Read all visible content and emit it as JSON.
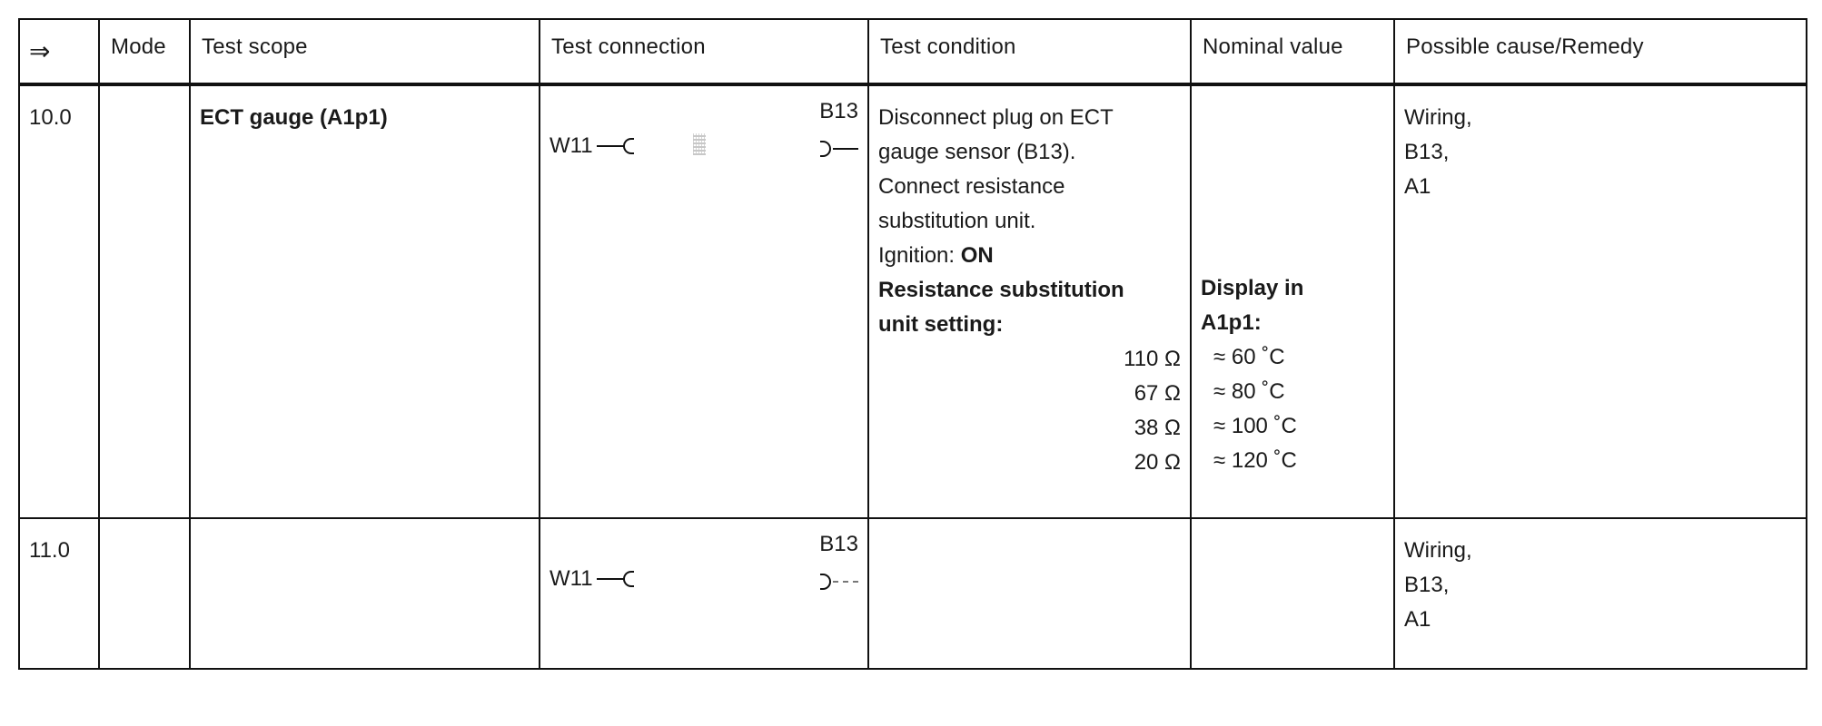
{
  "headers": {
    "arrow": "⇒",
    "mode": "Mode",
    "test_scope": "Test scope",
    "test_connection": "Test connection",
    "test_condition": "Test condition",
    "nominal_value": "Nominal value",
    "possible_cause": "Possible cause/Remedy"
  },
  "rows": [
    {
      "step": "10.0",
      "mode": "",
      "test_scope": "ECT gauge (A1p1)",
      "connection": {
        "source": "W11",
        "target": "B13"
      },
      "condition": {
        "lines": [
          "Disconnect plug on ECT",
          "gauge sensor (B13).",
          "Connect resistance",
          "substitution unit."
        ],
        "ignition_label": "Ignition: ",
        "ignition_value": "ON",
        "setting_label_1": "Resistance substitution",
        "setting_label_2": "unit setting:",
        "resistances": [
          "110 Ω",
          "67 Ω",
          "38 Ω",
          "20 Ω"
        ]
      },
      "nominal": {
        "label_1": "Display in",
        "label_2": "A1p1:",
        "values": [
          "≈ 60 ˚C",
          "≈ 80 ˚C",
          "≈ 100 ˚C",
          "≈ 120 ˚C"
        ]
      },
      "causes": [
        "Wiring,",
        "B13,",
        "A1"
      ]
    },
    {
      "step": "11.0",
      "mode": "",
      "test_scope": "",
      "connection": {
        "source": "W11",
        "target": "B13"
      },
      "causes": [
        "Wiring,",
        "B13,",
        "A1"
      ]
    }
  ]
}
